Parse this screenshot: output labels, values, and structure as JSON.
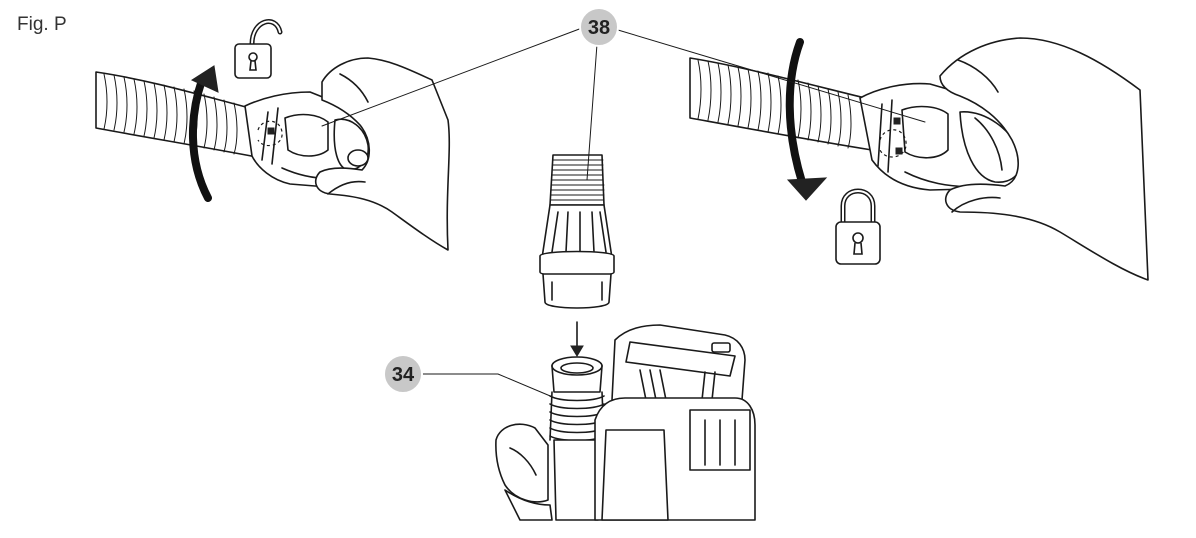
{
  "figure": {
    "label": "Fig. P",
    "callouts": [
      {
        "id": "38",
        "text": "38"
      },
      {
        "id": "34",
        "text": "34"
      }
    ],
    "icons": {
      "left": "unlocked-padlock-icon",
      "right": "locked-padlock-icon"
    },
    "colors": {
      "line": "#1a1a1a",
      "callout_badge": "#c8c8c8",
      "background": "#ffffff"
    }
  }
}
